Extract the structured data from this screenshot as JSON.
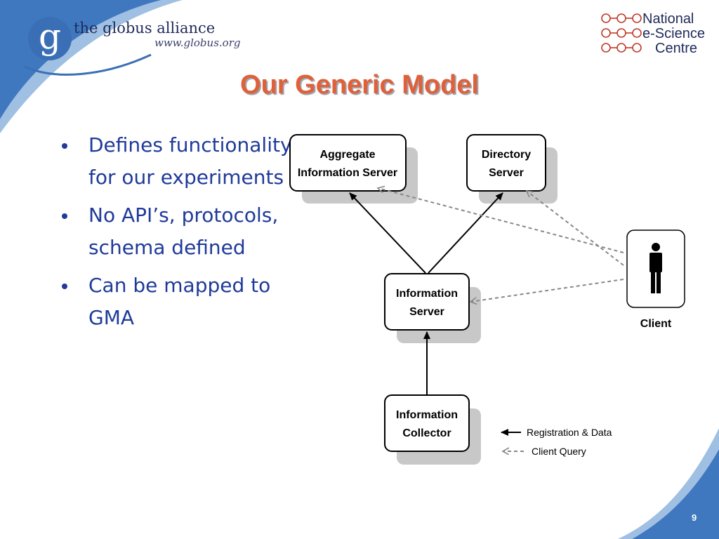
{
  "header": {
    "logo_letter": "g",
    "org_name": "the globus alliance",
    "org_url": "www.globus.org",
    "partner_lines": [
      "National",
      "e-Science",
      "Centre"
    ]
  },
  "slide": {
    "title": "Our Generic Model",
    "page_number": "9",
    "bullets": [
      "Defines functionality for our experiments",
      "No API’s, protocols, schema defined",
      "Can be mapped to GMA"
    ]
  },
  "diagram": {
    "aggregate_server": [
      "Aggregate",
      "Information Server"
    ],
    "directory_server": [
      "Directory",
      "Server"
    ],
    "information_server": [
      "Information",
      "Server"
    ],
    "information_collector": [
      "Information",
      "Collector"
    ],
    "client": "Client",
    "legend": {
      "registration": "Registration & Data",
      "query": "Client Query"
    }
  },
  "colors": {
    "title": "#e0603a",
    "bullet_text": "#1f3a9a",
    "brand_blue": "#3b6fb5"
  }
}
